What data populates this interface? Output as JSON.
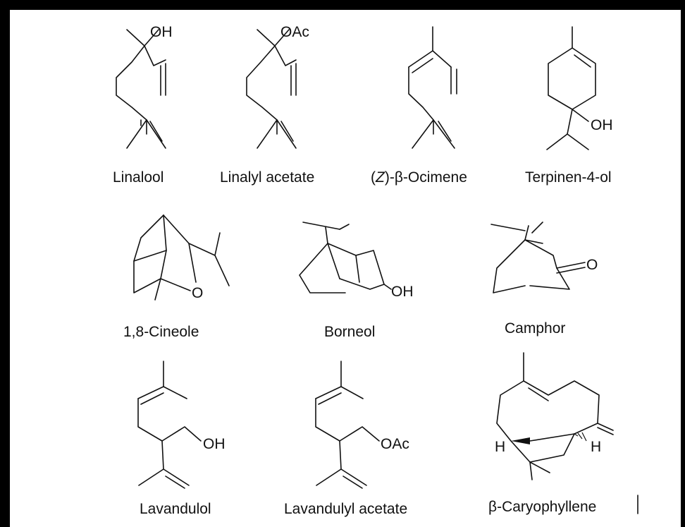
{
  "molecules": [
    {
      "name": "Linalool",
      "atoms": [
        "OH"
      ]
    },
    {
      "name": "Linalyl acetate",
      "atoms": [
        "OAc"
      ]
    },
    {
      "name_prefix": "(",
      "name_italic": "Z",
      "name_suffix": ")-β-Ocimene",
      "atoms": []
    },
    {
      "name": "Terpinen-4-ol",
      "atoms": [
        "OH"
      ]
    },
    {
      "name": "1,8-Cineole",
      "atoms": [
        "O"
      ]
    },
    {
      "name": "Borneol",
      "atoms": [
        "OH"
      ]
    },
    {
      "name": "Camphor",
      "atoms": [
        "O"
      ]
    },
    {
      "name": "Lavandulol",
      "atoms": [
        "OH"
      ]
    },
    {
      "name": "Lavandulyl acetate",
      "atoms": [
        "OAc"
      ]
    },
    {
      "name": "β-Caryophyllene",
      "atoms": [
        "H",
        "H"
      ]
    }
  ]
}
